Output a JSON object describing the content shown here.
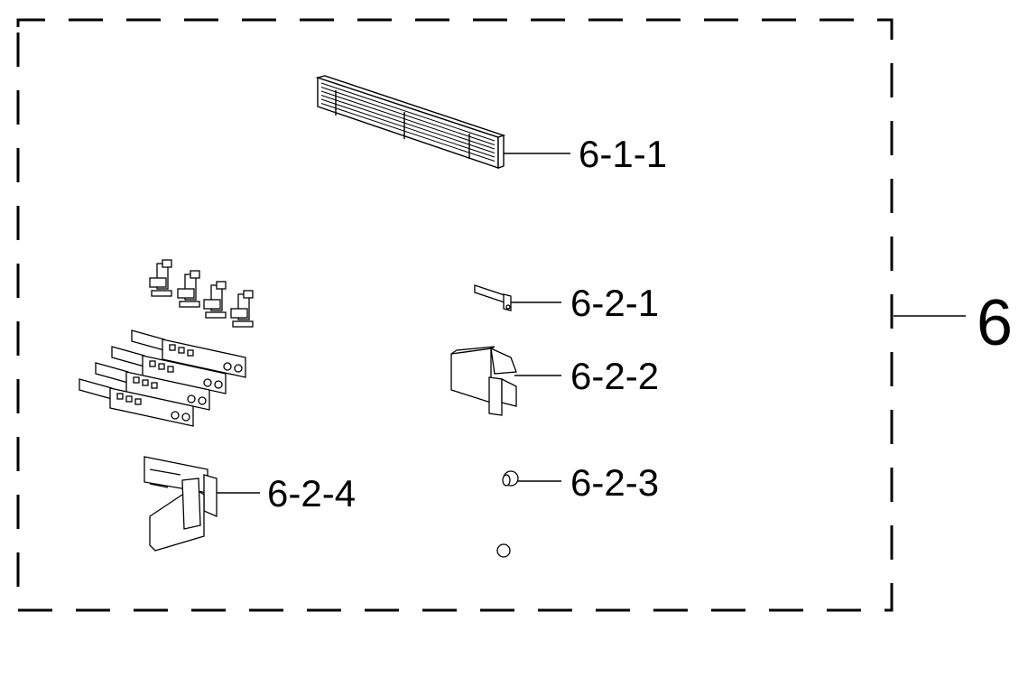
{
  "diagram": {
    "group_label": "6",
    "callouts": {
      "c611": "6-1-1",
      "c621": "6-2-1",
      "c622": "6-2-2",
      "c623": "6-2-3",
      "c624": "6-2-4"
    },
    "style": {
      "line_color": "#000000",
      "background": "#ffffff"
    }
  }
}
